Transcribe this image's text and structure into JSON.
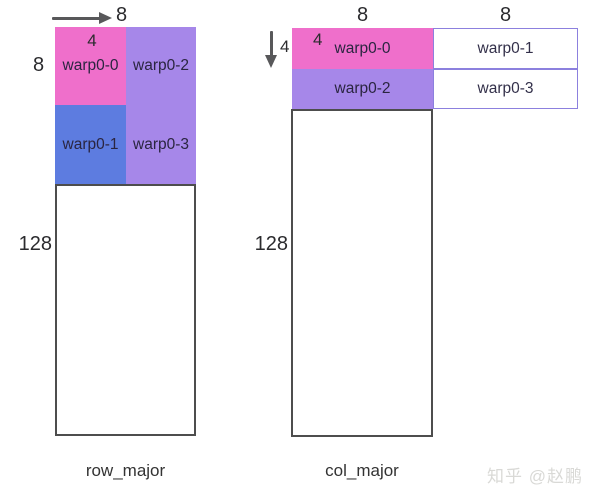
{
  "colors": {
    "warp_pink": "#ef6fcb",
    "warp_purple": "#a687e9",
    "warp_blue": "#5d7ce0",
    "matrix_outline": "#4d4d4d",
    "white_block_border": "#8c80de",
    "label_text": "#2b2b2e",
    "watermark_text": "#d9d9d6"
  },
  "left_diagram": {
    "caption": "row_major",
    "top_arrow_label": "8",
    "tile_width_label": "4",
    "tile_height_label": "8",
    "matrix_height_label": "128",
    "warps": {
      "top_left": "warp0-0",
      "top_right": "warp0-2",
      "bottom_left": "warp0-1",
      "bottom_right": "warp0-3"
    }
  },
  "right_diagram": {
    "caption": "col_major",
    "col1_width_label": "8",
    "col2_width_label": "8",
    "side_tile_height_label": "4",
    "inner_tile_height_label": "4",
    "matrix_height_label": "128",
    "warps": {
      "top_left": "warp0-0",
      "top_right": "warp0-1",
      "bottom_left": "warp0-2",
      "bottom_right": "warp0-3"
    }
  },
  "watermark": "知乎 @赵鹏"
}
